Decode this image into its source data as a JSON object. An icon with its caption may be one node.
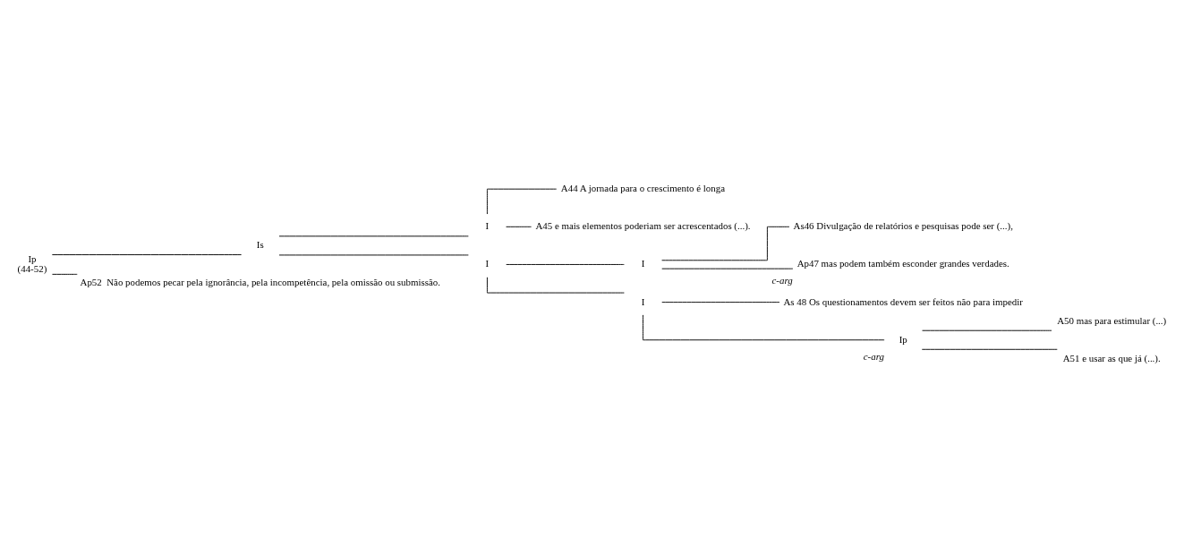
{
  "diagram": {
    "nodes": [
      {
        "text": [
          "Ip",
          "(44-52)"
        ]
      },
      {
        "text": [
          "Is"
        ]
      },
      {
        "text": [
          "I"
        ]
      },
      {
        "text": [
          "A44 A jornada para o crescimento é longa"
        ]
      },
      {
        "text": [
          "A45 e mais elementos poderiam ser acrescentados (...)."
        ]
      },
      {
        "text": [
          "I"
        ]
      },
      {
        "text": [
          "I"
        ]
      },
      {
        "text": [
          "As46 Divulgação de relatórios e pesquisas pode ser (...),"
        ]
      },
      {
        "text": [
          "Ap47 mas podem também esconder grandes verdades."
        ],
        "beside": [
          "c-arg"
        ]
      },
      {
        "text": [
          "I"
        ]
      },
      {
        "text": [
          "As 48 Os questionamentos devem ser feitos não para impedir"
        ]
      },
      {
        "text": [
          "Ip"
        ],
        "beside": [
          "c-arg"
        ]
      },
      {
        "text": [
          "A50 mas para estimular (...)"
        ]
      },
      {
        "text": [
          "A51 e usar as que já (...)."
        ]
      },
      {
        "text": [
          "Ap52  Não podemos pecar pela ignorância, pela incompetência, pela omissão ou submissão."
        ]
      }
    ],
    "edges": [
      {
        "from": 0,
        "to": 1,
        "arrow": "none"
      },
      {
        "from": 0,
        "to": 14,
        "arrow": "none"
      },
      {
        "from": 1,
        "to": 2,
        "arrow": "none"
      },
      {
        "from": 1,
        "to": 5,
        "arrow": "none"
      },
      {
        "from": 2,
        "to": 3,
        "arrow": "none"
      },
      {
        "from": 2,
        "to": 4,
        "arrow": "none"
      },
      {
        "from": 5,
        "to": 6,
        "arrow": "none"
      },
      {
        "from": 5,
        "to": 9,
        "arrow": "none"
      },
      {
        "from": 6,
        "to": 7,
        "arrow": "none"
      },
      {
        "from": 6,
        "to": 8,
        "arrow": "none"
      },
      {
        "from": 9,
        "to": 10,
        "arrow": "none"
      },
      {
        "from": 9,
        "to": 11,
        "arrow": "none"
      },
      {
        "from": 11,
        "to": 12,
        "arrow": "none"
      },
      {
        "from": 11,
        "to": 13,
        "arrow": "none"
      }
    ]
  }
}
